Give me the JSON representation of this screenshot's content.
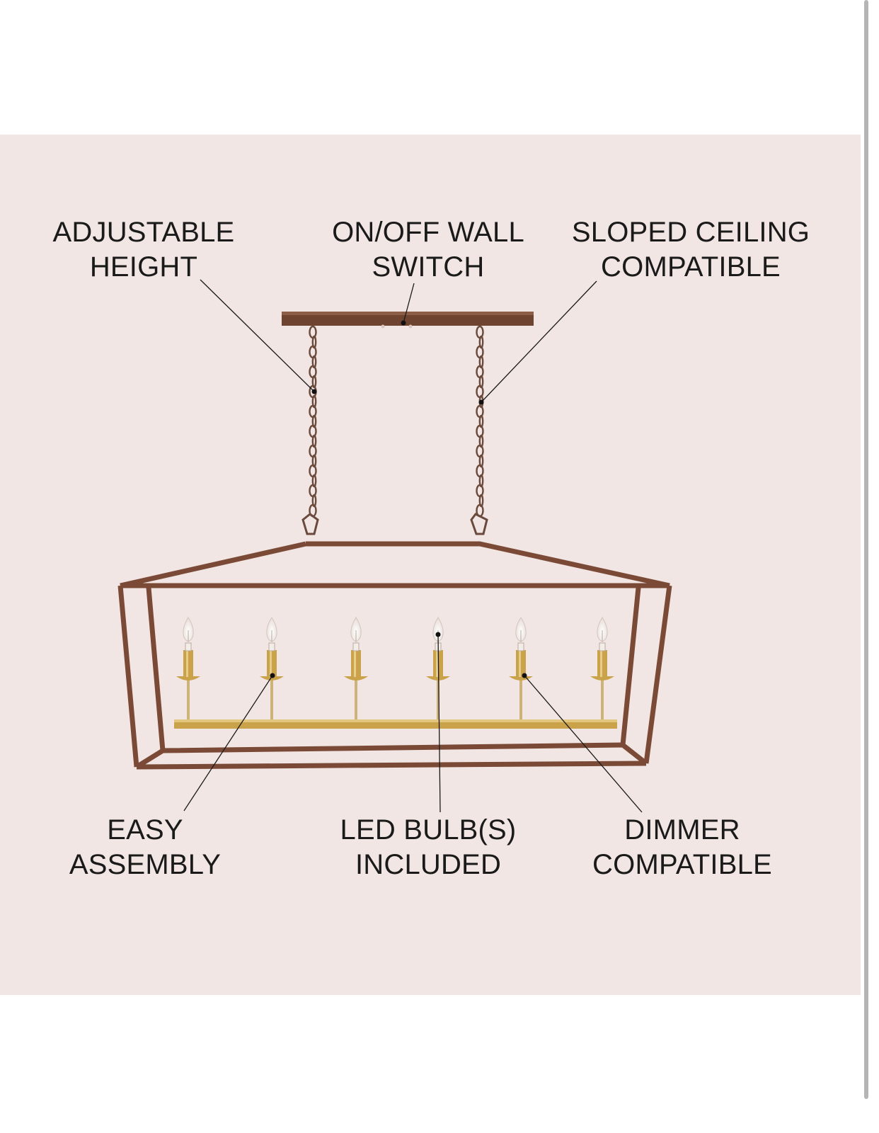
{
  "features": {
    "adjustable_height": {
      "line1": "ADJUSTABLE",
      "line2": "HEIGHT"
    },
    "wall_switch": {
      "line1": "ON/OFF WALL",
      "line2": "SWITCH"
    },
    "sloped_ceiling": {
      "line1": "SLOPED CEILING",
      "line2": "COMPATIBLE"
    },
    "easy_assembly": {
      "line1": "EASY",
      "line2": "ASSEMBLY"
    },
    "led_bulbs": {
      "line1": "LED BULB(S)",
      "line2": "INCLUDED"
    },
    "dimmer": {
      "line1": "DIMMER",
      "line2": "COMPATIBLE"
    }
  },
  "colors": {
    "background_panel": "#f1e6e3",
    "frame_bronze": "#7a4a36",
    "brass": "#c9a24a",
    "text": "#1a1a1a"
  },
  "icons": {
    "product": "linear-lantern-chandelier-image"
  }
}
